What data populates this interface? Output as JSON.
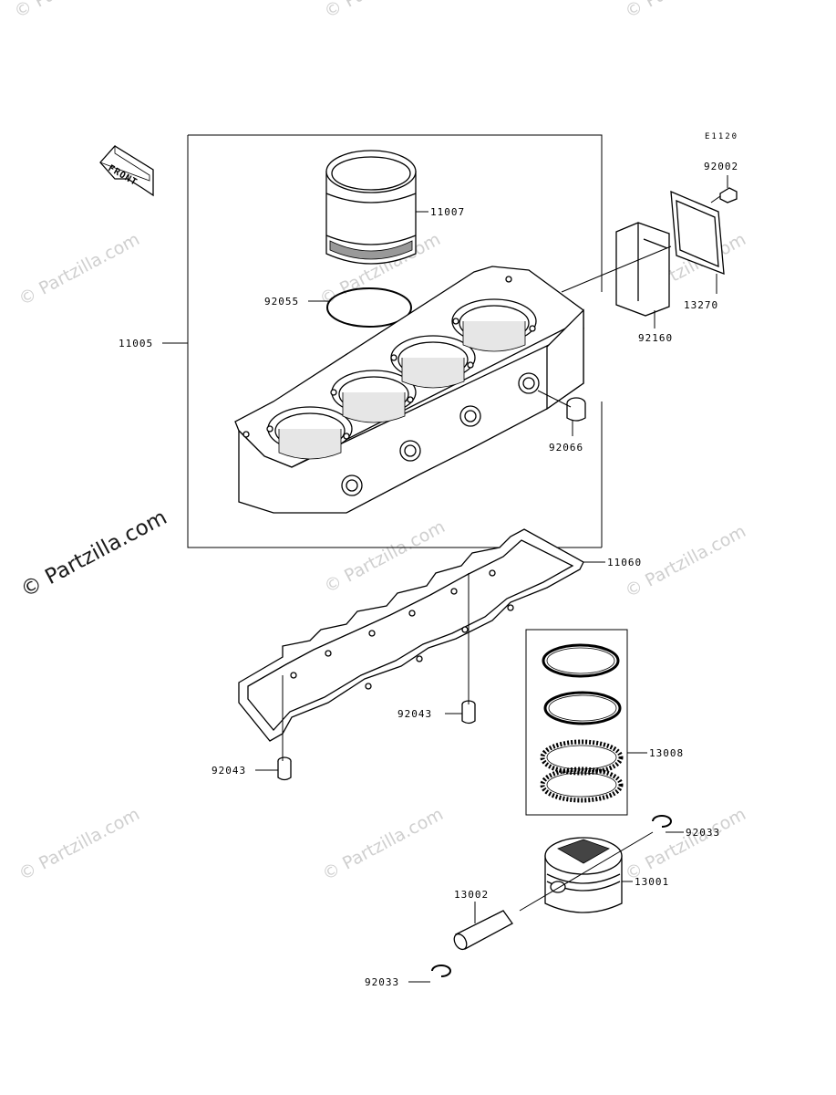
{
  "diagram": {
    "code": "E1120",
    "front_label": "FRONT",
    "parts": [
      {
        "id": "11007"
      },
      {
        "id": "92055"
      },
      {
        "id": "11005"
      },
      {
        "id": "92002"
      },
      {
        "id": "13270"
      },
      {
        "id": "92160"
      },
      {
        "id": "92066"
      },
      {
        "id": "11060"
      },
      {
        "id": "92043"
      },
      {
        "id": "92043"
      },
      {
        "id": "13008"
      },
      {
        "id": "92033"
      },
      {
        "id": "13001"
      },
      {
        "id": "13002"
      },
      {
        "id": "92033"
      }
    ]
  },
  "watermarks": {
    "text": "© Partzilla.com",
    "prominent_text": "© Partzilla.com"
  }
}
